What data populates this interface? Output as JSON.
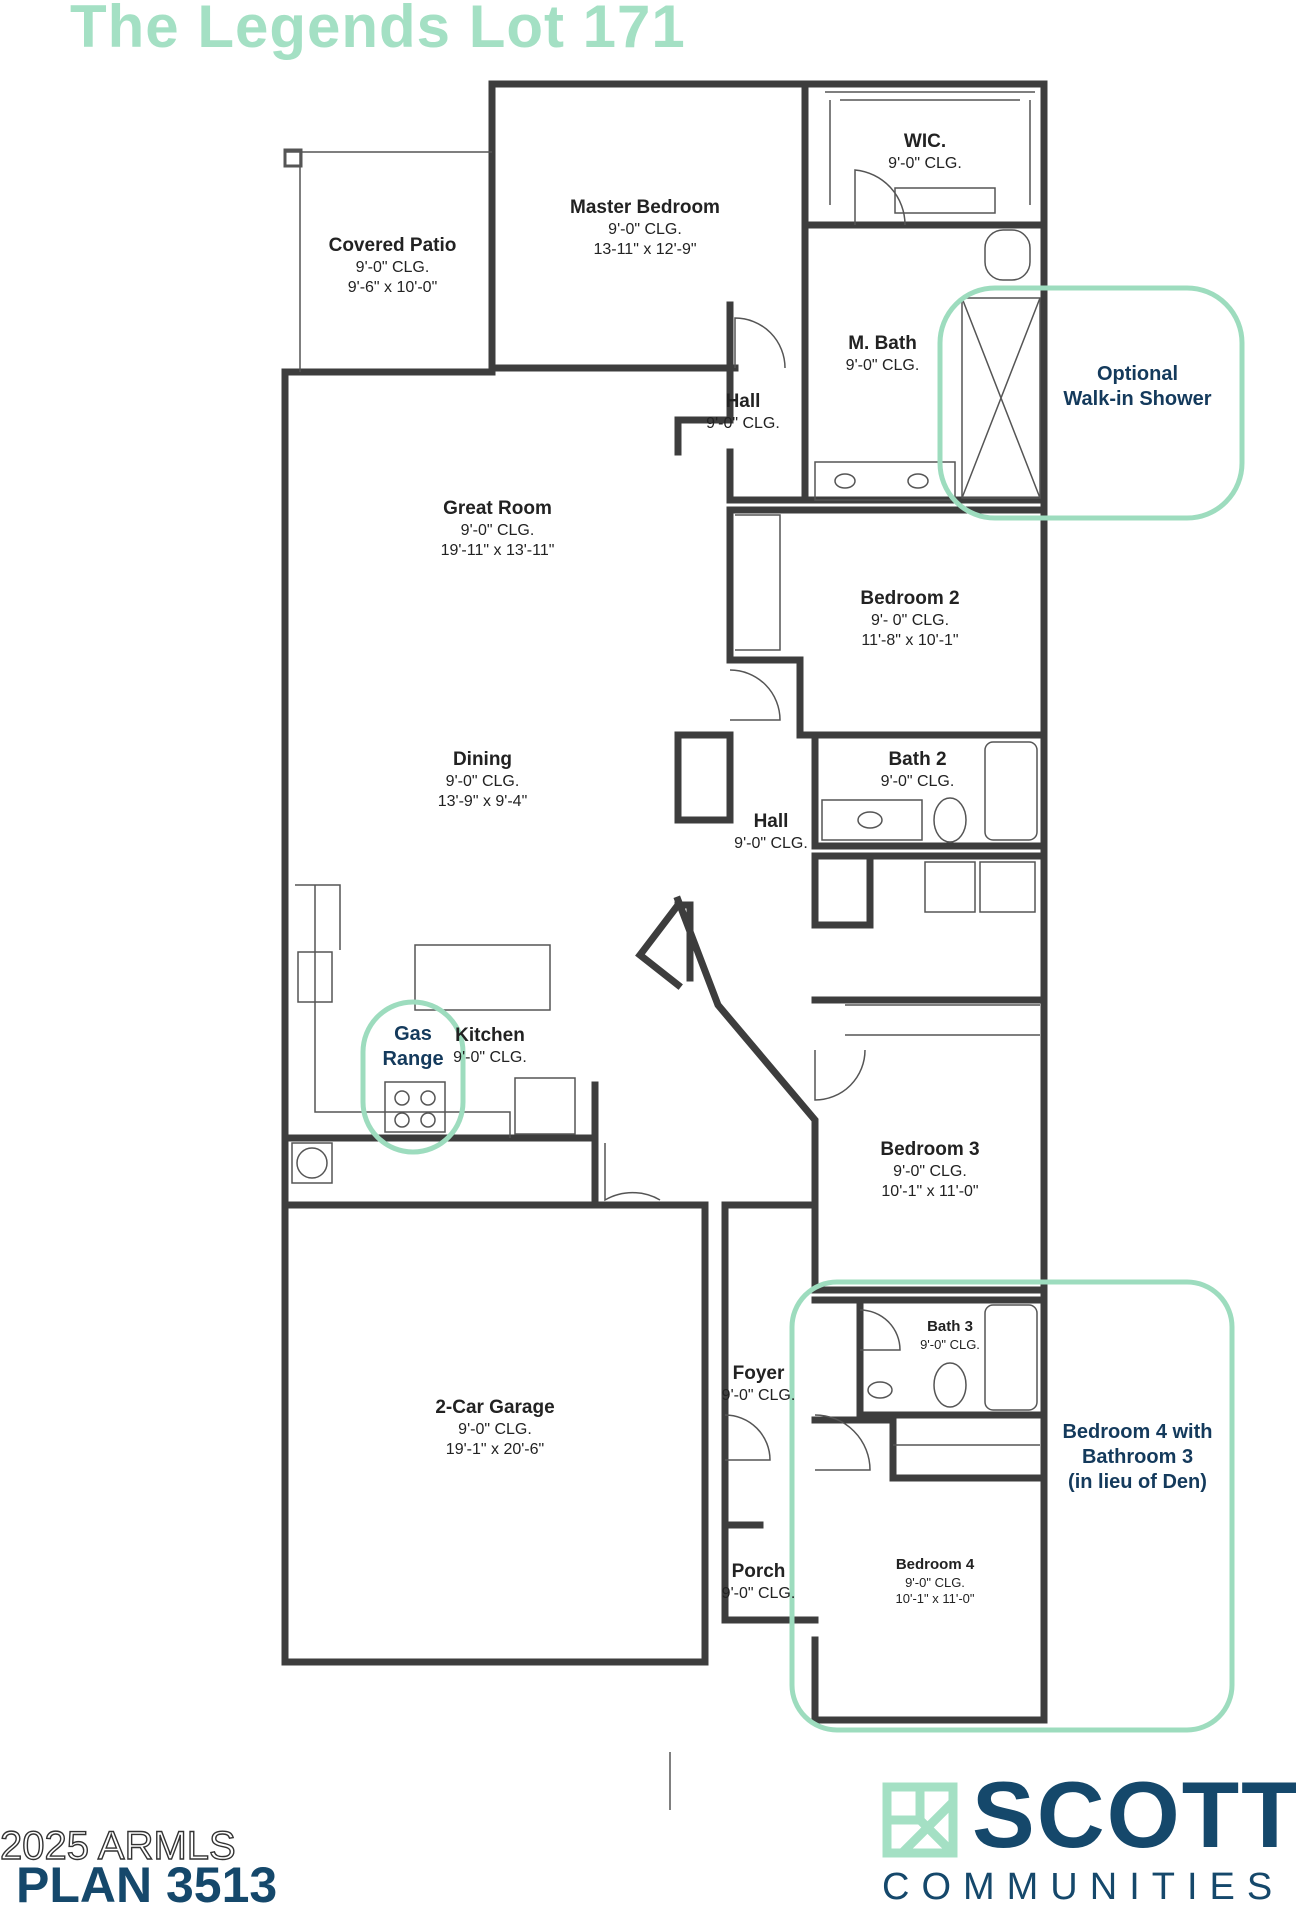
{
  "header": {
    "title": "The Legends Lot 171"
  },
  "rooms": {
    "covered_patio": {
      "name": "Covered Patio",
      "ceiling": "9'-0\" CLG.",
      "size": "9'-6\" x 10'-0\""
    },
    "master_bedroom": {
      "name": "Master Bedroom",
      "ceiling": "9'-0\" CLG.",
      "size": "13-11\" x 12'-9\""
    },
    "wic": {
      "name": "WIC.",
      "ceiling": "9'-0\" CLG."
    },
    "m_bath": {
      "name": "M. Bath",
      "ceiling": "9'-0\" CLG."
    },
    "hall_upper": {
      "name": "Hall",
      "ceiling": "9'-0\" CLG."
    },
    "great_room": {
      "name": "Great Room",
      "ceiling": "9'-0\" CLG.",
      "size": "19'-11\" x 13'-11\""
    },
    "bedroom_2": {
      "name": "Bedroom 2",
      "ceiling": "9'- 0\" CLG.",
      "size": "11'-8\" x 10'-1\""
    },
    "dining": {
      "name": "Dining",
      "ceiling": "9'-0\" CLG.",
      "size": "13'-9\" x 9'-4\""
    },
    "bath_2": {
      "name": "Bath 2",
      "ceiling": "9'-0\" CLG."
    },
    "hall_mid": {
      "name": "Hall",
      "ceiling": "9'-0\" CLG."
    },
    "kitchen": {
      "name": "Kitchen",
      "ceiling": "9'-0\" CLG."
    },
    "bedroom_3": {
      "name": "Bedroom 3",
      "ceiling": "9'-0\" CLG.",
      "size": "10'-1\" x 11'-0\""
    },
    "bath_3": {
      "name": "Bath 3",
      "ceiling": "9'-0\" CLG."
    },
    "foyer": {
      "name": "Foyer",
      "ceiling": "9'-0\" CLG."
    },
    "garage": {
      "name": "2-Car Garage",
      "ceiling": "9'-0\" CLG.",
      "size": "19'-1\" x 20'-6\""
    },
    "porch": {
      "name": "Porch",
      "ceiling": "9'-0\" CLG."
    },
    "bedroom_4": {
      "name": "Bedroom 4",
      "ceiling": "9'-0\" CLG.",
      "size": "10'-1\" x 11'-0\""
    }
  },
  "callouts": {
    "shower_line1": "Optional",
    "shower_line2": "Walk-in Shower",
    "range_line1": "Gas",
    "range_line2": "Range",
    "bed4_line1": "Bedroom 4 with",
    "bed4_line2": "Bathroom 3",
    "bed4_line3": "(in lieu of Den)"
  },
  "footer": {
    "plan": "PLAN 3513",
    "copyright": "2025 ARMLS",
    "brand": "SCOTT",
    "brand_sub": "COMMUNITIES"
  },
  "colors": {
    "accent_mint": "#a4e0c4",
    "callout_stroke": "#9ddcbe",
    "wall": "#3d3d3d",
    "brand_navy": "#15486b"
  },
  "icons": [
    "brand-logo-icon"
  ]
}
